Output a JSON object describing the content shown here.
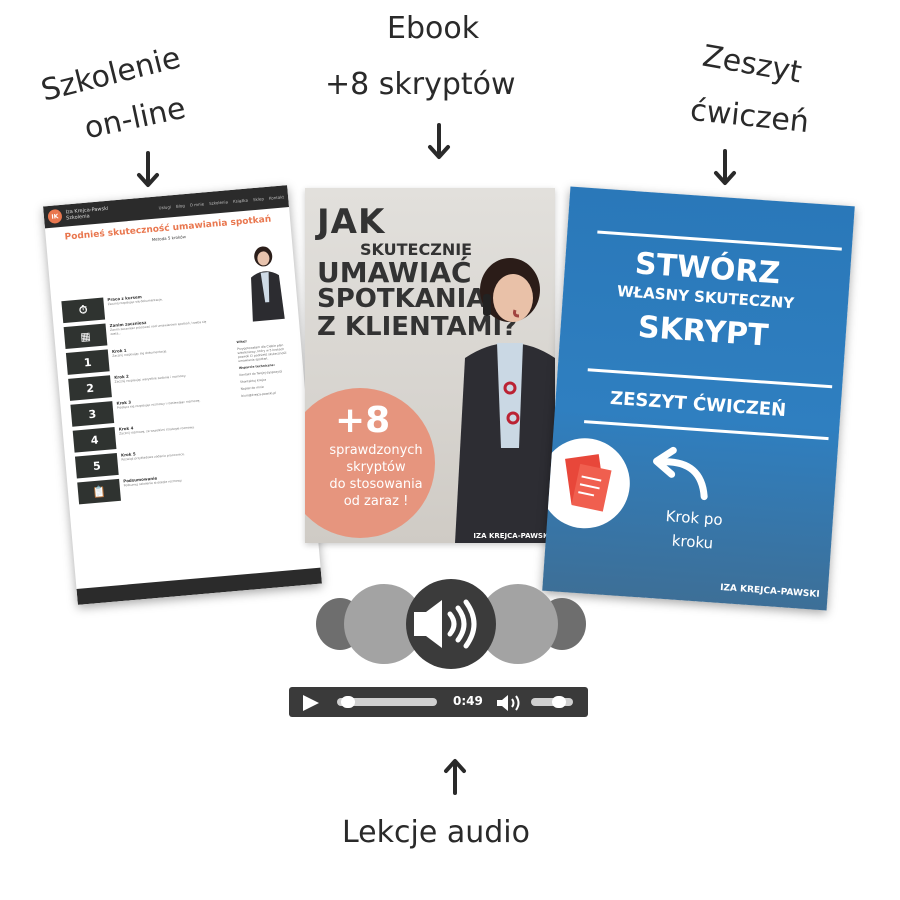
{
  "labels": {
    "online_line1": "Szkolenie",
    "online_line2": "on-line",
    "ebook_line1": "Ebook",
    "ebook_line2": "+8 skryptów",
    "workbook_line1": "Zeszyt",
    "workbook_line2": "ćwiczeń",
    "audio": "Lekcje audio"
  },
  "website": {
    "brand": "Iza Krejca-Pawski",
    "brand_sub": "Szkolenia",
    "nav": [
      "Usługi",
      "Blog",
      "O mnie",
      "Szkolenia",
      "Książka",
      "Sklep",
      "Kontakt"
    ],
    "title": "Podnieś skuteczność umawiania spotkań",
    "subtitle": "Metoda 5 kroków",
    "steps": [
      {
        "tile": "⏱",
        "title": "Praca z kursem",
        "desc": "Zacznij rozpisując się dokumentacje."
      },
      {
        "tile": "▦",
        "title": "Zanim zaczniesz",
        "desc": "Zanim zaczniesz pracować nad umawianiem spotkań, trzeba się zasta..."
      },
      {
        "tile": "1",
        "title": "Krok 1",
        "desc": "Zacznij rozpisując się dokumentacje."
      },
      {
        "tile": "2",
        "title": "Krok 2",
        "desc": "Zacznij rozpisując wszystkie zadania i rozmowy."
      },
      {
        "tile": "3",
        "title": "Krok 3",
        "desc": "Przełącz się rozpisując rozmowy i rozsiewając rozmowę."
      },
      {
        "tile": "4",
        "title": "Krok 4",
        "desc": "Zacznij rozmowę, ze wszelkimi strategie rozmowy."
      },
      {
        "tile": "5",
        "title": "Krok 5",
        "desc": "Rozwiąż przykładowe zadania pracownice."
      },
      {
        "tile": "📋",
        "title": "Podsumowanie",
        "desc": "Podsumuj szkolenie strategie rozmowy."
      }
    ],
    "sidebar": [
      "Witaj!",
      "Przygotowałam dla Ciebie plan szkoleniowy, który w 5 krokach pozwoli Ci podnieść skuteczność umawiania spotkań.",
      "Wsparcie techniczne:",
      "Kontakt do Twojej dyspozycji",
      "Skontaktuj Krejca",
      "Napisz do mnie",
      "biuro@krejca-pawski.pl"
    ]
  },
  "ebook": {
    "title_line1": "JAK",
    "title_line2": "SKUTECZNIE",
    "title_line3": "UMAWIAĆ",
    "title_line4": "SPOTKANIA",
    "title_line5": "Z KLIENTAMI?",
    "badge_number": "+8",
    "badge_text_line1": "sprawdzonych",
    "badge_text_line2": "skryptów",
    "badge_text_line3": "do stosowania",
    "badge_text_line4": "od zaraz !",
    "author": "IZA KREJCA-PAWSKI"
  },
  "workbook": {
    "line1": "STWÓRZ",
    "line2": "WŁASNY SKUTECZNY",
    "line3": "SKRYPT",
    "line4": "ZESZYT ĆWICZEŃ",
    "krok_line1": "Krok po",
    "krok_line2": "kroku",
    "author": "IZA KREJCA-PAWSKI"
  },
  "player": {
    "time": "0:49",
    "progress": 0.05,
    "volume": 0.75
  },
  "colors": {
    "accent_orange": "#e9774f",
    "workbook_blue": "#2a78b9",
    "player_dark": "#3a3a3a",
    "badge_salmon": "#e6957e"
  },
  "icons": {
    "arrow_down": "arrow-down-icon",
    "arrow_up": "arrow-up-icon",
    "speaker": "speaker-icon",
    "play": "play-icon"
  }
}
